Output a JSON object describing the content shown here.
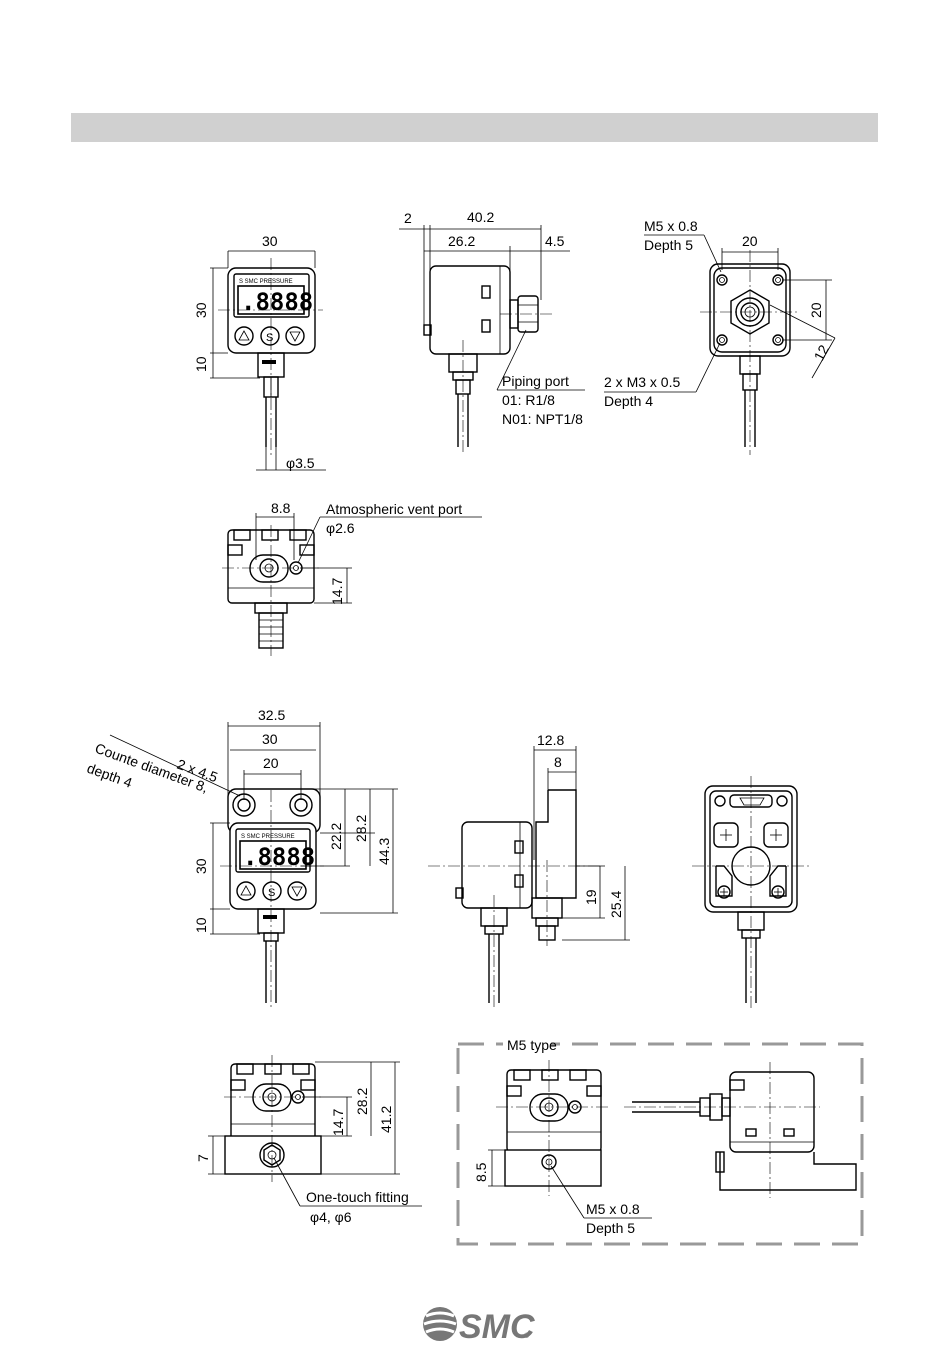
{
  "view1": {
    "dims": {
      "width": "30",
      "height": "30",
      "lower": "10",
      "cable": "φ3.5"
    }
  },
  "view2": {
    "dims": {
      "offset": "2",
      "length": "40.2",
      "body": "26.2",
      "port": "4.5"
    },
    "piping": {
      "title": "Piping port",
      "line1": "01: R1/8",
      "line2": "N01: NPT1/8"
    }
  },
  "view3": {
    "dims": {
      "width": "20",
      "height": "20",
      "diag": "12"
    },
    "labels": {
      "m5": "M5 x 0.8",
      "m5_depth": "Depth 5",
      "m3": "2 x M3 x 0.5",
      "m3_depth": "Depth 4"
    }
  },
  "view4": {
    "dims": {
      "width": "8.8",
      "height": "14.7"
    },
    "labels": {
      "vent": "Atmospheric vent port",
      "vent_dia": "φ2.6"
    }
  },
  "view5": {
    "dims": {
      "outer": "32.5",
      "mid": "30",
      "inner": "20",
      "h1": "22.2",
      "h2": "28.2",
      "h3": "44.3",
      "left_h": "30",
      "left_low": "10"
    },
    "labels": {
      "holes": "2 x 4.5",
      "counter": "Counte diameter 8,",
      "depth": "depth 4"
    }
  },
  "view6": {
    "dims": {
      "outer": "12.8",
      "inner": "8",
      "h1": "19",
      "h2": "25.4"
    }
  },
  "view8": {
    "dims": {
      "h1": "14.7",
      "h2": "28.2",
      "h3": "41.2",
      "low": "7"
    },
    "labels": {
      "fitting": "One-touch fitting",
      "fitting_dia": "φ4, φ6"
    }
  },
  "m5box": {
    "title": "M5 type",
    "dims": {
      "low": "8.5"
    },
    "labels": {
      "thread": "M5 x 0.8",
      "depth": "Depth 5"
    }
  },
  "logo": {
    "text": "SMC",
    "mark": "®"
  },
  "colors": {
    "header": "#d0d0d0",
    "dash_box": "#999999"
  }
}
